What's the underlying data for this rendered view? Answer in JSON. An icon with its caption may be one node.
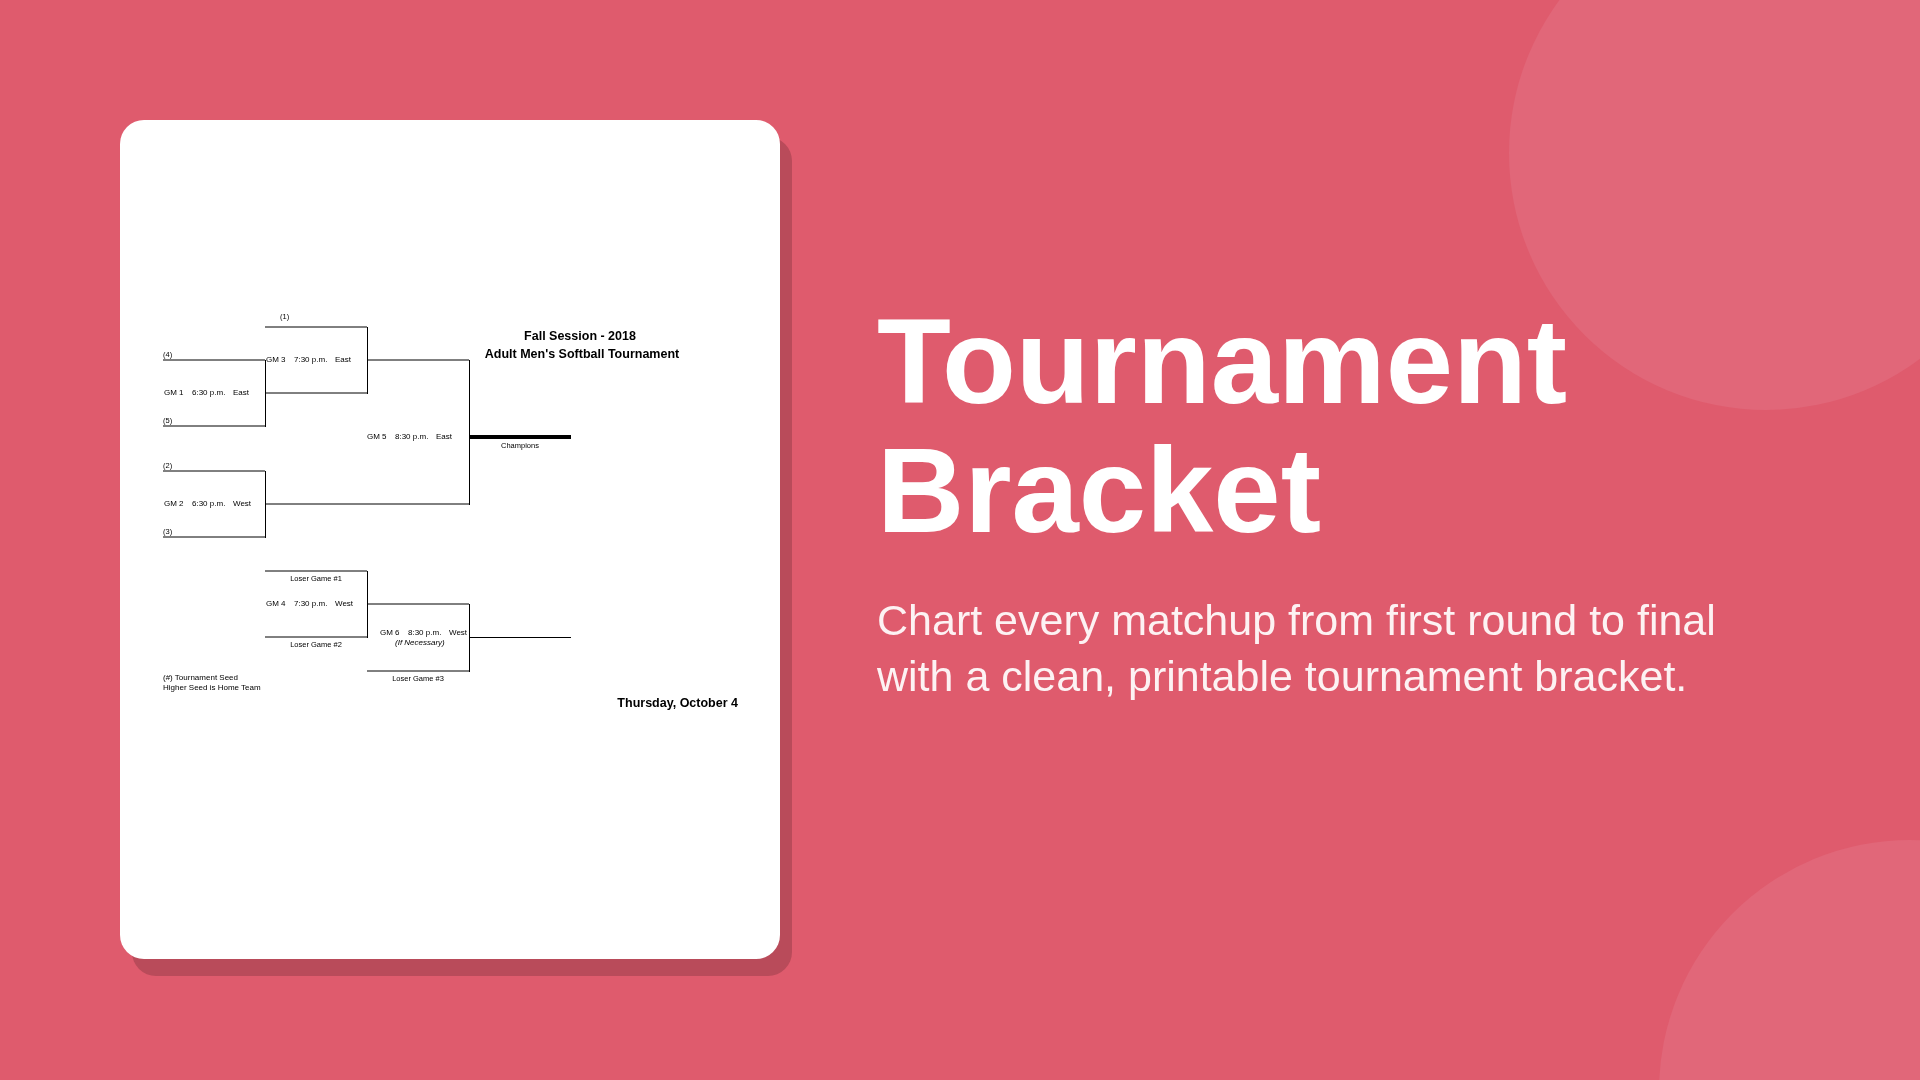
{
  "diagram": {
    "title": "Tournament Bracket",
    "caption": "Chart every matchup from first round to final with a clean, printable tournament bracket.",
    "nodes": [
      {
        "text": [
          "GM 1",
          "6:30 p.m.",
          "East"
        ]
      },
      {
        "text": [
          "GM 2",
          "6:30 p.m.",
          "West"
        ]
      },
      {
        "text": [
          "GM 3",
          "7:30 p.m.",
          "East"
        ]
      },
      {
        "text": [
          "GM 4",
          "7:30 p.m.",
          "West"
        ]
      },
      {
        "text": [
          "GM 5",
          "8:30 p.m.",
          "East"
        ]
      },
      {
        "text": [
          "GM 6",
          "8:30 p.m.",
          "West",
          "(If Necessary)"
        ]
      }
    ],
    "edges": [
      {
        "from": null,
        "to": 0,
        "arrow": "none",
        "label": "(4)"
      },
      {
        "from": null,
        "to": 0,
        "arrow": "none",
        "label": "(5)"
      },
      {
        "from": null,
        "to": 1,
        "arrow": "none",
        "label": "(2)"
      },
      {
        "from": null,
        "to": 1,
        "arrow": "none",
        "label": "(3)"
      },
      {
        "from": null,
        "to": 2,
        "arrow": "none",
        "label": "(1)"
      },
      {
        "from": 0,
        "to": 2,
        "arrow": "none"
      },
      {
        "from": null,
        "to": 3,
        "arrow": "none",
        "label": "Loser Game #1"
      },
      {
        "from": null,
        "to": 3,
        "arrow": "none",
        "label": "Loser Game #2"
      },
      {
        "from": 2,
        "to": 4,
        "arrow": "none"
      },
      {
        "from": 1,
        "to": 4,
        "arrow": "none"
      },
      {
        "from": 4,
        "to": null,
        "arrow": "none",
        "label": "Champions",
        "style": "thick"
      },
      {
        "from": 3,
        "to": 5,
        "arrow": "none"
      },
      {
        "from": null,
        "to": 5,
        "arrow": "none",
        "label": "Loser Game #3"
      },
      {
        "from": 5,
        "to": null,
        "arrow": "none"
      }
    ],
    "labels": [
      "Fall Session - 2018",
      "Adult Men's Softball Tournament",
      "(#) Tournament Seed",
      "Higher Seed is Home Team",
      "Thursday, October 4"
    ]
  }
}
